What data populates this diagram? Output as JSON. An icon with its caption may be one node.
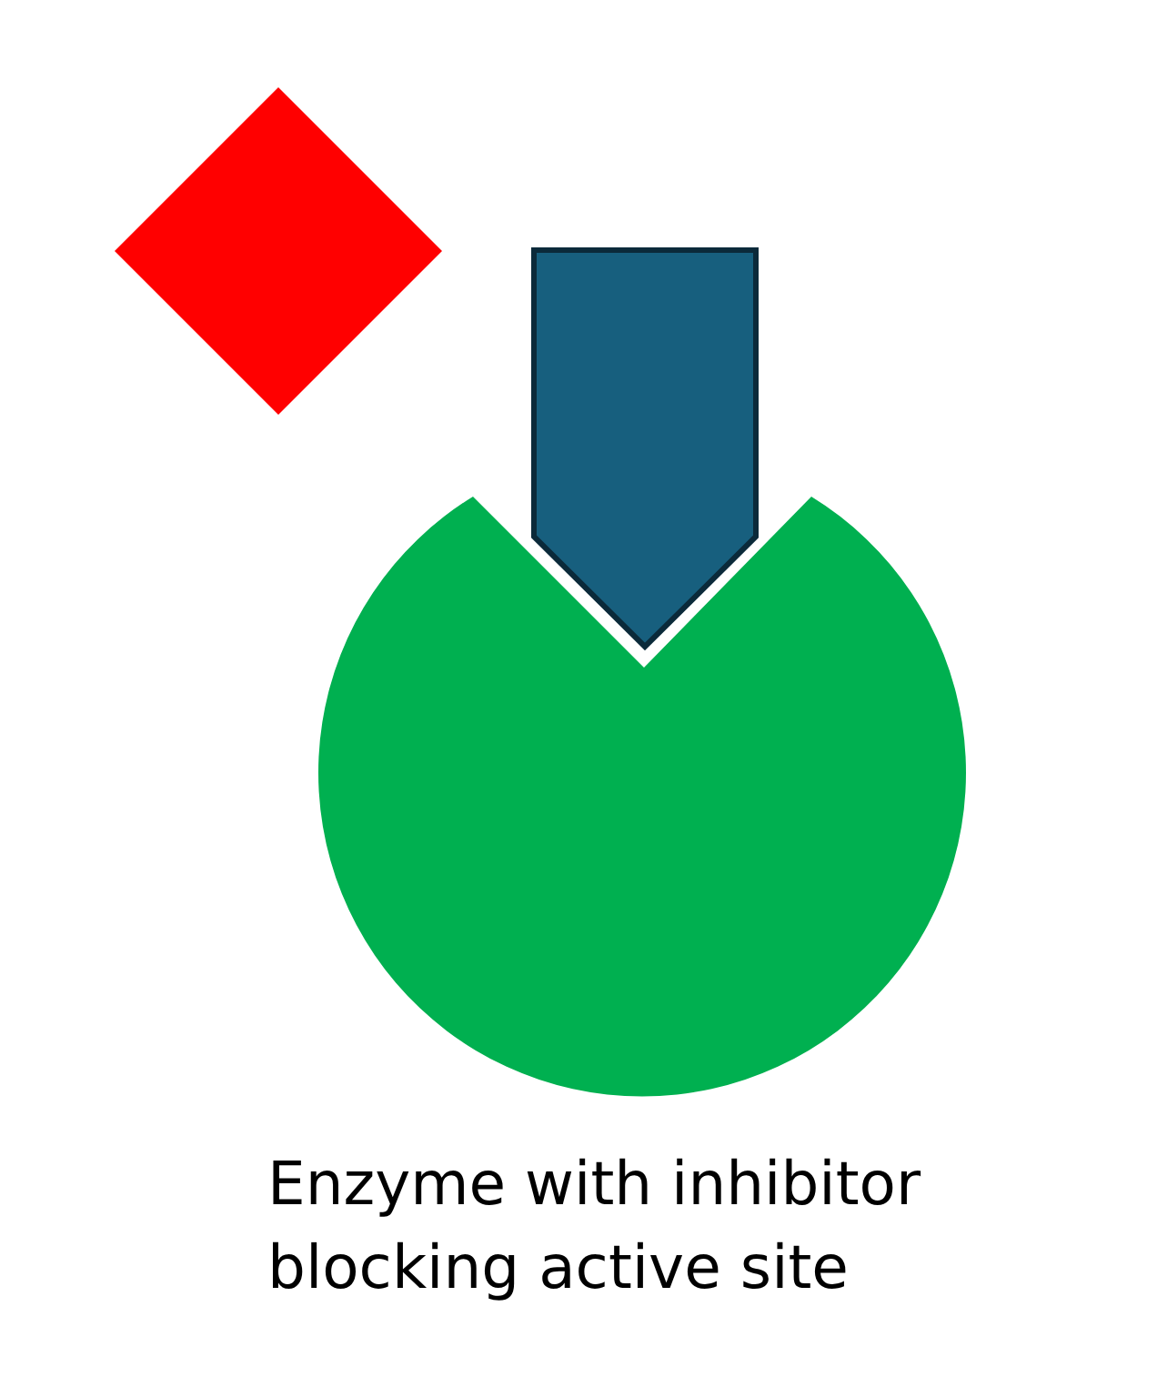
{
  "diagram": {
    "caption": "Enzyme with inhibitor blocking active site",
    "nodes": [
      {
        "text": [],
        "shape": "diamond"
      },
      {
        "text": [],
        "shape": "pentagon"
      },
      {
        "text": [],
        "shape": "circle"
      }
    ]
  }
}
